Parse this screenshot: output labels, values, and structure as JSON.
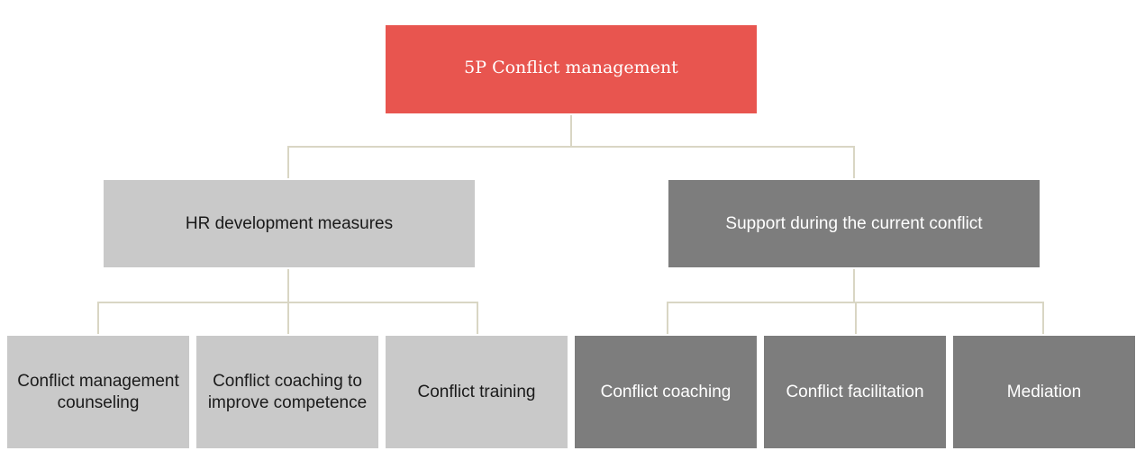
{
  "root": {
    "label": "5P Conflict management"
  },
  "branches": [
    {
      "label": "HR development measures",
      "children": [
        "Conflict management counseling",
        "Conflict coaching to improve competence",
        "Conflict training"
      ]
    },
    {
      "label": "Support during the current conflict",
      "children": [
        "Conflict coaching",
        "Conflict facilitation",
        "Mediation"
      ]
    }
  ],
  "colors": {
    "root_fill": "#e8554f",
    "light_fill": "#c9c9c9",
    "dark_fill": "#7d7d7d",
    "connector": "#d9d6c4"
  }
}
